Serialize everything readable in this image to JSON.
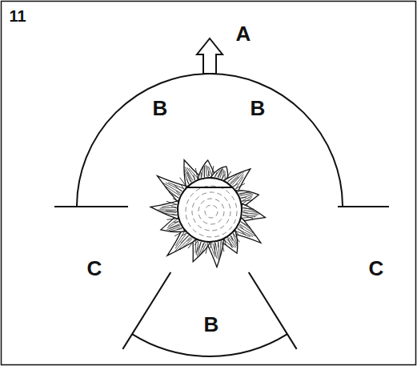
{
  "diagram": {
    "labels": [
      "11",
      "A",
      "B",
      "B",
      "C",
      "C",
      "B"
    ]
  }
}
